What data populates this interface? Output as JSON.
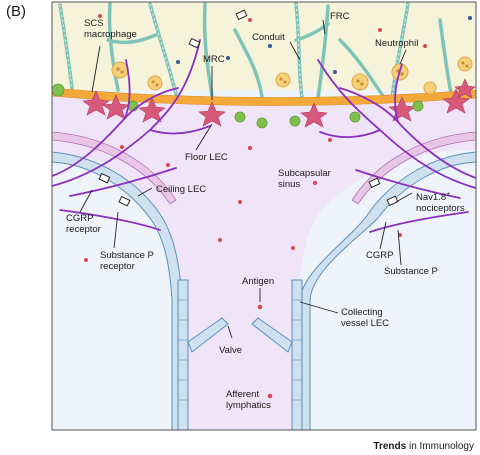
{
  "panel_label": "(B)",
  "labels": {
    "scs_macrophage": [
      "SCS",
      "macrophage"
    ],
    "mrc": "MRC",
    "conduit": "Conduit",
    "frc": "FRC",
    "neutrophil": "Neutrophil",
    "floor_lec": "Floor LEC",
    "subcapsular_sinus": [
      "Subcapsular",
      "sinus"
    ],
    "ceiling_lec": "Ceiling LEC",
    "cgrp_receptor": [
      "CGRP",
      "receptor"
    ],
    "substance_p_receptor": [
      "Substance P",
      "receptor"
    ],
    "nociceptors_line1": "Nav1.8",
    "nociceptors_sup": "+",
    "nociceptors_line2": "nociceptors",
    "cgrp": "CGRP",
    "substance_p": "Substance P",
    "antigen": "Antigen",
    "collecting_vessel_lec": [
      "Collecting",
      "vessel LEC"
    ],
    "valve": "Valve",
    "afferent_lymphatics": [
      "Afferent",
      "lymphatics"
    ]
  },
  "footer": {
    "journal_bold": "Trends",
    "journal_rest": " in Immunology"
  },
  "colors": {
    "node_background": "#f6f3db",
    "sinus": "#f0e4f8",
    "lymph": "#eef4fa",
    "floor_band": "#f3a93a",
    "nerve": "#8a2fc0",
    "lec_wall": "#cfe1ef",
    "frc": "#7fc3b8",
    "neutrophil": "#f5cf7a",
    "macrophage": "#d6587a",
    "antigen": "#d8494a",
    "green_cell": "#7fbf4d"
  }
}
